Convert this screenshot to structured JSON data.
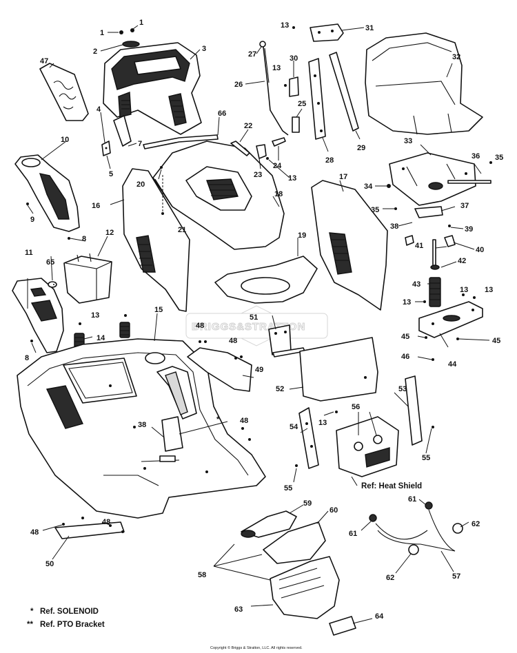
{
  "callouts": {
    "c1a": "1",
    "c1b": "1",
    "c2": "2",
    "c3": "3",
    "c4": "4",
    "c5": "5",
    "c7": "7",
    "c8a": "8",
    "c8b": "8",
    "c9": "9",
    "c10": "10",
    "c11": "11",
    "c12": "12",
    "c13a": "13",
    "c13b": "13",
    "c13c": "13",
    "c13d": "13",
    "c13e": "13",
    "c13f": "13",
    "c13g": "13",
    "c13h": "13",
    "c14": "14",
    "c15": "15",
    "c16": "16",
    "c17": "17",
    "c18": "18",
    "c19": "19",
    "c20": "20",
    "c21": "21",
    "c22": "22",
    "c23": "23",
    "c24": "24",
    "c25": "25",
    "c26": "26",
    "c27": "27",
    "c28": "28",
    "c29": "29",
    "c30": "30",
    "c31": "31",
    "c32": "32",
    "c33": "33",
    "c34": "34",
    "c35a": "35",
    "c35b": "35",
    "c36": "36",
    "c37": "37",
    "c38a": "38",
    "c38b": "38",
    "c39": "39",
    "c40": "40",
    "c41": "41",
    "c42": "42",
    "c43": "43",
    "c44": "44",
    "c45a": "45",
    "c45b": "45",
    "c46": "46",
    "c47": "47",
    "c48a": "48",
    "c48b": "48",
    "c48c": "48",
    "c48d": "48",
    "c48e": "48",
    "c49": "49",
    "c50": "50",
    "c51": "51",
    "c52": "52",
    "c53": "53",
    "c54": "54",
    "c55a": "55",
    "c55b": "55",
    "c56": "56",
    "c57": "57",
    "c58": "58",
    "c59": "59",
    "c60": "60",
    "c61a": "61",
    "c61b": "61",
    "c62a": "62",
    "c62b": "62",
    "c63": "63",
    "c64": "64",
    "c65": "65",
    "c66": "66",
    "star": "*"
  },
  "references": {
    "heat_shield": "Ref: Heat Shield"
  },
  "legend": {
    "solenoid_mark": "*",
    "solenoid_text": "Ref. SOLENOID",
    "pto_mark": "**",
    "pto_text": "Ref. PTO Bracket"
  },
  "watermark": "BRIGGS&STRATTON",
  "copyright": "Copyright © Briggs & Stratton, LLC. All rights reserved."
}
